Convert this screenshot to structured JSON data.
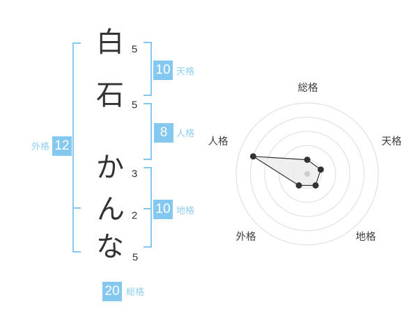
{
  "name": {
    "full": "白石 かんな",
    "characters": [
      {
        "char": "白",
        "strokes": "5"
      },
      {
        "char": "石",
        "strokes": "5"
      },
      {
        "char": "か",
        "strokes": "3"
      },
      {
        "char": "ん",
        "strokes": "2"
      },
      {
        "char": "な",
        "strokes": "5"
      }
    ]
  },
  "kaku": {
    "tenkaku": {
      "label": "天格",
      "value": "10"
    },
    "jinkaku": {
      "label": "人格",
      "value": "8"
    },
    "chikaku": {
      "label": "地格",
      "value": "10"
    },
    "gaikaku": {
      "label": "外格",
      "value": "12"
    },
    "soukaku": {
      "label": "総格",
      "value": "20"
    }
  },
  "colors": {
    "accent": "#84c8f0",
    "accent_label": "#8fcef2",
    "badge_text": "#ffffff",
    "text_dark": "#333333",
    "ring": "#dcdcdc",
    "polygon_stroke": "#333333",
    "polygon_fill": "#ececec",
    "data_dot": "#333333",
    "center_dot": "#cccccc"
  },
  "chart_data": {
    "type": "radar",
    "axes": [
      "総格",
      "天格",
      "地格",
      "外格",
      "人格"
    ],
    "values": [
      1,
      1,
      1,
      1,
      4
    ],
    "max": 5,
    "rings": 5,
    "start_angle_deg": 90,
    "direction": "clockwise",
    "grid": "circular",
    "legend": "none"
  }
}
